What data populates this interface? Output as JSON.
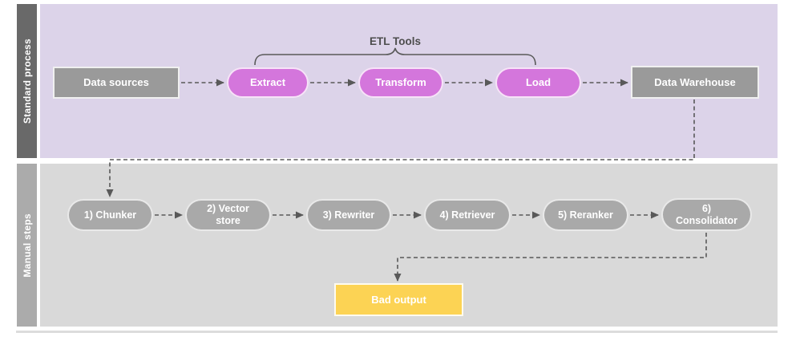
{
  "lanes": [
    {
      "label": "Standard process"
    },
    {
      "label": "Manual steps"
    }
  ],
  "standard_process": {
    "nodes": {
      "data_sources": "Data sources",
      "extract": "Extract",
      "transform": "Transform",
      "load": "Load",
      "data_warehouse": "Data Warehouse"
    },
    "annotation": {
      "etl_tools": "ETL Tools"
    }
  },
  "manual_steps": {
    "nodes": [
      "1) Chunker",
      "2) Vector store",
      "3) Rewriter",
      "4) Retriever",
      "5) Reranker",
      "6) Consolidator"
    ],
    "result": "Bad output"
  },
  "colors": {
    "lane1-bar": "#696969",
    "lane1-bg": "#dcd3e9",
    "lane2-bar": "#ababab",
    "lane2-bg": "#d9d9d9",
    "etl-pill": "#d476dc",
    "gray-node": "#9a9a9a",
    "step-pill": "#a9a9a9",
    "bad-output": "#fcd354",
    "connector": "#595959",
    "annotation-text": "#4d4d4d"
  }
}
